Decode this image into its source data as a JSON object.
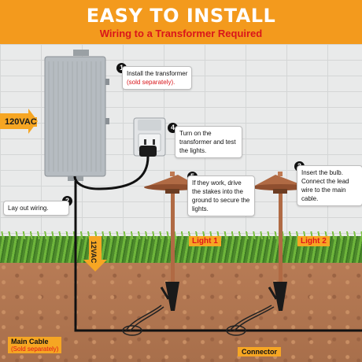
{
  "header": {
    "title": "EASY TO INSTALL",
    "subtitle": "Wiring to a Transformer Required"
  },
  "steps": [
    {
      "number": "1",
      "text": "Install the transformer",
      "note": "(sold separately)."
    },
    {
      "number": "2",
      "text": "Lay out wiring."
    },
    {
      "number": "3",
      "text": "Insert the bulb. Connect the lead wire to the main cable."
    },
    {
      "number": "4",
      "text": "Turn on the transformer and test the lights."
    },
    {
      "number": "5",
      "text": "If they work, drive the stakes into the ground to secure the lights."
    }
  ],
  "labels": {
    "input_voltage": "120VAC",
    "output_voltage": "12VAC",
    "light1": "Light 1",
    "light2": "Light 2",
    "main_cable": "Main Cable",
    "main_cable_note": "(Sold separately)",
    "connector": "Connector"
  },
  "colors": {
    "accent": "#f39a1d",
    "red": "#d9161b",
    "copper": "#b06a44"
  }
}
